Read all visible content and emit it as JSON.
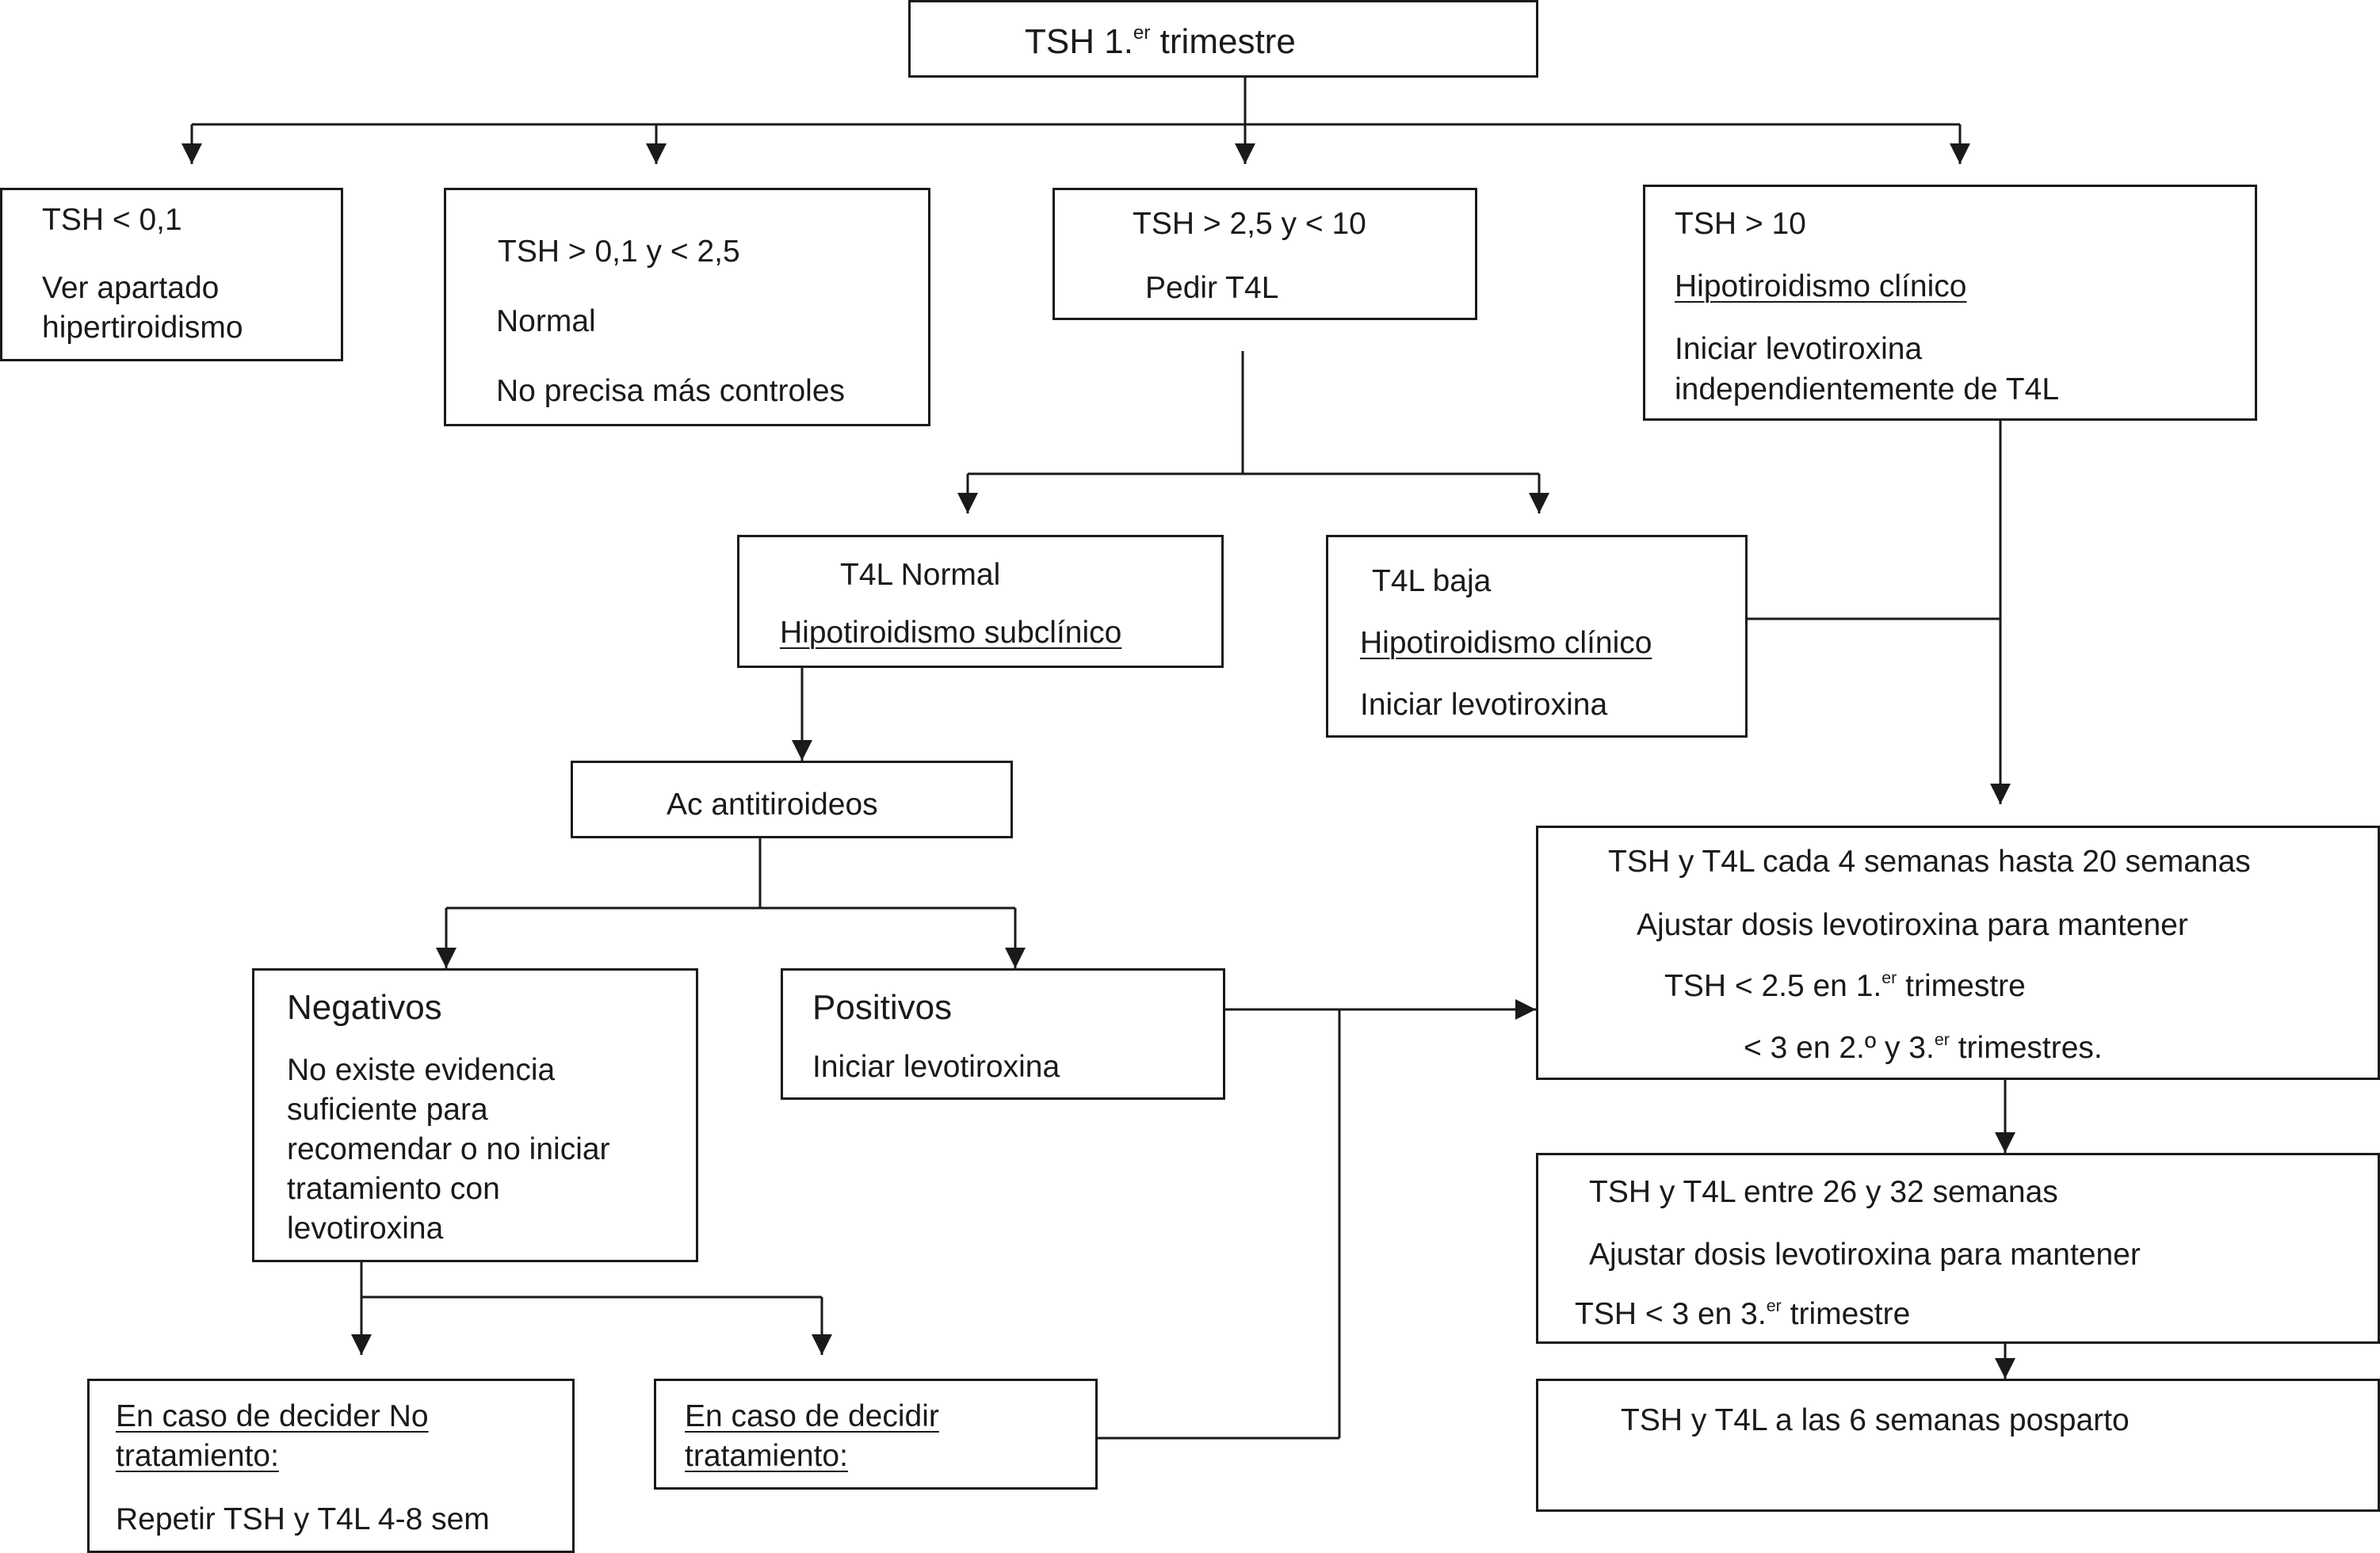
{
  "nodes": {
    "top": {
      "main": "TSH 1.",
      "sup": "er",
      "rest": " trimestre"
    },
    "tsh_lt_01": {
      "line1": "TSH < 0,1",
      "line2": "Ver apartado",
      "line3": "hipertiroidismo"
    },
    "tsh_normal": {
      "line1": "TSH > 0,1 y < 2,5",
      "line2": "Normal",
      "line3": "No precisa más controles"
    },
    "tsh_25_10": {
      "line1": "TSH > 2,5 y < 10",
      "line2": "Pedir T4L"
    },
    "tsh_gt_10": {
      "line1": "TSH > 10",
      "line2": "Hipotiroidismo clínico",
      "line3": "Iniciar levotiroxina",
      "line4": "independientemente de T4L"
    },
    "t4l_normal": {
      "line1": "T4L  Normal",
      "line2": "Hipotiroidismo subclínico"
    },
    "t4l_baja": {
      "line1": "T4L  baja",
      "line2": "Hipotiroidismo clínico",
      "line3": "Iniciar levotiroxina"
    },
    "ac_antitiroideos": {
      "line1": "Ac antitiroideos"
    },
    "negativos": {
      "title": "Negativos",
      "line1": "No existe evidencia",
      "line2": "suficiente para",
      "line3": "recomendar o no iniciar",
      "line4": "tratamiento con",
      "line5": "levotiroxina"
    },
    "positivos": {
      "title": "Positivos",
      "line1": "Iniciar levotiroxina"
    },
    "no_tratamiento": {
      "line1": "En caso de decider No",
      "line2": "tratamiento:",
      "line3": "Repetir TSH y T4L 4-8 sem"
    },
    "tratamiento": {
      "line1": "En caso de decidir",
      "line2": "tratamiento:"
    },
    "control_20": {
      "line1": "TSH y T4L cada 4 semanas hasta 20 semanas",
      "line2": "Ajustar dosis levotiroxina para mantener",
      "line3_a": "TSH < 2.5 en 1.",
      "line3_sup": "er",
      "line3_b": " trimestre",
      "line4_a": "< 3  en 2.º y 3.",
      "line4_sup": "er",
      "line4_b": " trimestres."
    },
    "control_26_32": {
      "line1": "TSH y T4L entre 26 y 32 semanas",
      "line2": "Ajustar dosis levotiroxina para mantener",
      "line3_a": "TSH < 3 en 3.",
      "line3_sup": "er",
      "line3_b": " trimestre"
    },
    "posparto": {
      "line1": "TSH y T4L a las 6 semanas posparto"
    }
  },
  "colors": {
    "stroke": "#1a1a1a",
    "background": "#ffffff"
  }
}
